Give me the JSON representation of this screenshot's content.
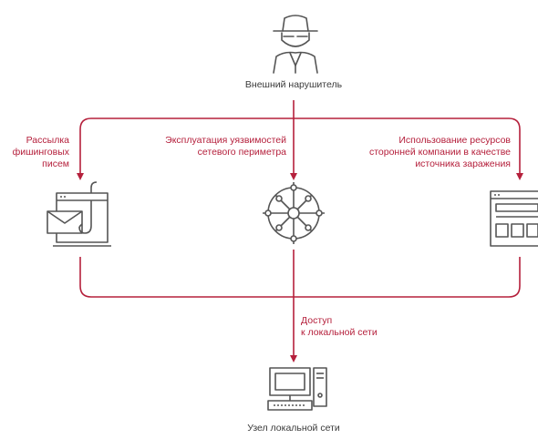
{
  "colors": {
    "accent": "#b5203c",
    "icon_stroke": "#555555",
    "text": "#3a3a3a"
  },
  "nodes": {
    "attacker": {
      "label": "Внешний нарушитель",
      "icon": "spy-icon"
    },
    "phishing": {
      "label_lines": [
        "Рассылка",
        "фишинговых",
        "писем"
      ],
      "icon": "phishing-email-icon"
    },
    "exploitation": {
      "label_lines": [
        "Эксплуатация уязвимостей",
        "сетевого периметра"
      ],
      "icon": "network-globe-icon"
    },
    "third_party": {
      "label_lines": [
        "Использование ресурсов",
        "сторонней компании в качестве",
        "источника заражения"
      ],
      "icon": "web-browser-icon"
    },
    "access": {
      "label_lines": [
        "Доступ",
        "к локальной сети"
      ]
    },
    "local_node": {
      "label": "Узел локальной сети",
      "icon": "workstation-icon"
    }
  }
}
